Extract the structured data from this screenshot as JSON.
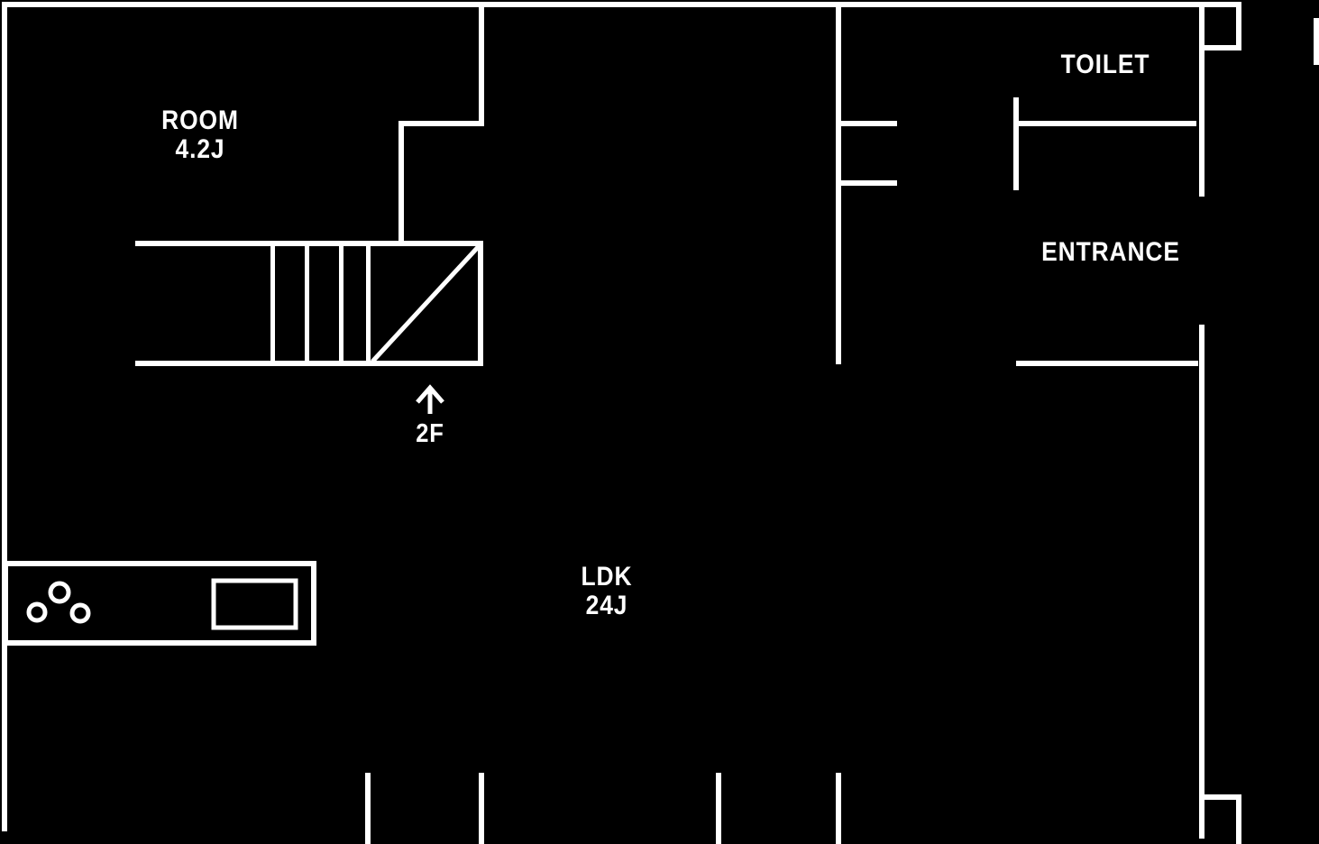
{
  "canvas": {
    "background_color": "#000000",
    "line_color": "#ffffff"
  },
  "labels": {
    "room": {
      "name": "ROOM",
      "size": "4.2J"
    },
    "toilet": "TOILET",
    "entrance": "ENTRANCE",
    "ldk": {
      "name": "LDK",
      "size": "24J"
    },
    "stairs_direction": "2F"
  },
  "fixtures": {
    "stairs_arrow_icon": "up-arrow",
    "stove_burners_icon": "three-rings",
    "kitchen_sink": "rectangular-basin",
    "stairs": "staircase-with-diagonal"
  }
}
